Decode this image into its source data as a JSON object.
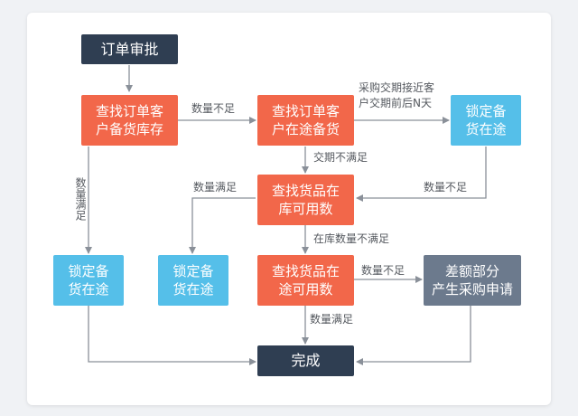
{
  "nodes": {
    "order_approval": "订单审批",
    "find_stock_1": "查找订单客",
    "find_stock_2": "户备货库存",
    "find_transit_1": "查找订单客",
    "find_transit_2": "户在途备货",
    "lock_transit_top_1": "锁定备",
    "lock_transit_top_2": "货在途",
    "find_goods_1": "查找货品在",
    "find_goods_2": "库可用数",
    "lock_left_1": "锁定备",
    "lock_left_2": "货在途",
    "lock_mid_1": "锁定备",
    "lock_mid_2": "货在途",
    "find_transit_goods_1": "查找货品在",
    "find_transit_goods_2": "途可用数",
    "diff_purchase_1": "差额部分",
    "diff_purchase_2": "产生采购申请",
    "done": "完成"
  },
  "edges": {
    "insufficient_1": "数量不足",
    "purchase_near_1": "采购交期接近客",
    "purchase_near_2": "户交期前后N天",
    "delivery_not_met": "交期不满足",
    "insufficient_2": "数量不足",
    "quantity_met_left": "数量满足",
    "quantity_met_vertical": "数量满足",
    "stock_not_met": "在库数量不满足",
    "insufficient_3": "数量不足",
    "quantity_met_bottom": "数量满足"
  },
  "colors": {
    "dark": "#2f3e52",
    "red": "#f2674a",
    "blue": "#55bfe9",
    "slate": "#6c7a8d",
    "edge": "#8a9099"
  }
}
